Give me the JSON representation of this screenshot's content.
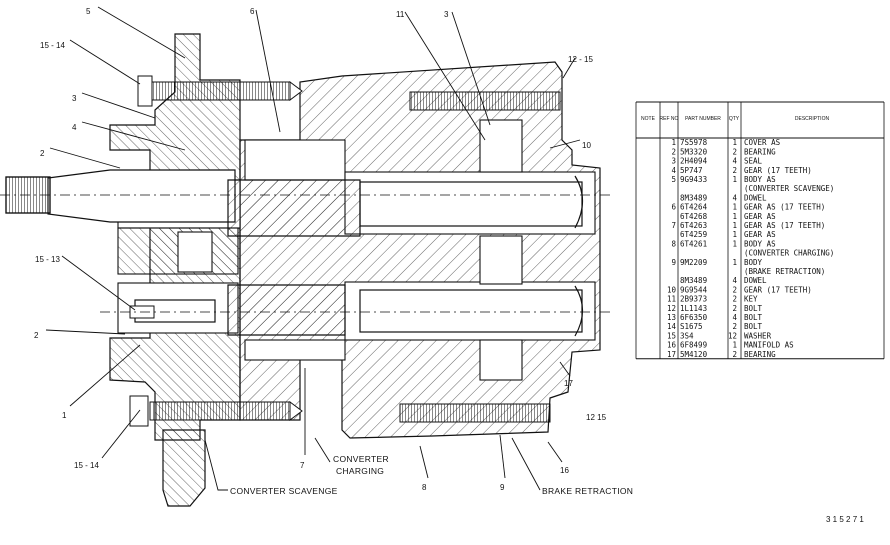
{
  "drawing": {
    "callouts": [
      {
        "id": "c5",
        "label": "5"
      },
      {
        "id": "c1514a",
        "label": "15 - 14"
      },
      {
        "id": "c3a",
        "label": "3"
      },
      {
        "id": "c4",
        "label": "4"
      },
      {
        "id": "c2a",
        "label": "2"
      },
      {
        "id": "c1513",
        "label": "15 - 13"
      },
      {
        "id": "c2b",
        "label": "2"
      },
      {
        "id": "c1",
        "label": "1"
      },
      {
        "id": "c1514b",
        "label": "15 - 14"
      },
      {
        "id": "c6",
        "label": "6"
      },
      {
        "id": "c11",
        "label": "11"
      },
      {
        "id": "c3b",
        "label": "3"
      },
      {
        "id": "c1215a",
        "label": "12 - 15"
      },
      {
        "id": "c10",
        "label": "10"
      },
      {
        "id": "c17",
        "label": "17"
      },
      {
        "id": "c1215b",
        "label": "12    15"
      },
      {
        "id": "c7",
        "label": "7"
      },
      {
        "id": "c8",
        "label": "8"
      },
      {
        "id": "c9",
        "label": "9"
      },
      {
        "id": "c16",
        "label": "16"
      }
    ],
    "captions": {
      "converter_scavenge": "CONVERTER SCAVENGE",
      "converter_charging_1": "CONVERTER",
      "converter_charging_2": "CHARGING",
      "brake_retraction": "BRAKE RETRACTION"
    },
    "figure_number": "3 1 5 2 7 1"
  },
  "parts_table": {
    "headers": [
      "NOTE",
      "REF NO",
      "PART NUMBER",
      "QTY",
      "DESCRIPTION"
    ],
    "rows": [
      {
        "ref": "1",
        "part": "7S5978",
        "qty": "1",
        "desc": "COVER AS"
      },
      {
        "ref": "2",
        "part": "5M3320",
        "qty": "2",
        "desc": "BEARING"
      },
      {
        "ref": "3",
        "part": "2H4094",
        "qty": "4",
        "desc": "SEAL"
      },
      {
        "ref": "4",
        "part": "5P747",
        "qty": "2",
        "desc": "GEAR  (17 TEETH)"
      },
      {
        "ref": "5",
        "part": "9G9433",
        "qty": "1",
        "desc": "BODY AS"
      },
      {
        "ref": "",
        "part": "",
        "qty": "",
        "desc": "(CONVERTER SCAVENGE)"
      },
      {
        "ref": "",
        "part": "8M3489",
        "qty": "4",
        "desc": "DOWEL"
      },
      {
        "ref": "6",
        "part": "6T4264",
        "qty": "1",
        "desc": "GEAR AS  (17 TEETH)"
      },
      {
        "ref": "",
        "part": "6T4268",
        "qty": "1",
        "desc": "GEAR AS"
      },
      {
        "ref": "7",
        "part": "6T4263",
        "qty": "1",
        "desc": "GEAR AS  (17 TEETH)"
      },
      {
        "ref": "",
        "part": "6T4259",
        "qty": "1",
        "desc": "GEAR AS"
      },
      {
        "ref": "8",
        "part": "6T4261",
        "qty": "1",
        "desc": "BODY AS"
      },
      {
        "ref": "",
        "part": "",
        "qty": "",
        "desc": "(CONVERTER CHARGING)"
      },
      {
        "ref": "9",
        "part": "9M2209",
        "qty": "1",
        "desc": "BODY"
      },
      {
        "ref": "",
        "part": "",
        "qty": "",
        "desc": "(BRAKE RETRACTION)"
      },
      {
        "ref": "",
        "part": "8M3489",
        "qty": "4",
        "desc": "DOWEL"
      },
      {
        "ref": "10",
        "part": "9G9544",
        "qty": "2",
        "desc": "GEAR  (17 TEETH)"
      },
      {
        "ref": "11",
        "part": "2B9373",
        "qty": "2",
        "desc": "KEY"
      },
      {
        "ref": "12",
        "part": "1L1143",
        "qty": "2",
        "desc": "BOLT"
      },
      {
        "ref": "13",
        "part": "6F6350",
        "qty": "4",
        "desc": "BOLT"
      },
      {
        "ref": "14",
        "part": "S1675",
        "qty": "2",
        "desc": "BOLT"
      },
      {
        "ref": "15",
        "part": "3S4",
        "qty": "12",
        "desc": "WASHER"
      },
      {
        "ref": "16",
        "part": "6F8499",
        "qty": "1",
        "desc": "MANIFOLD AS"
      },
      {
        "ref": "17",
        "part": "5M4120",
        "qty": "2",
        "desc": "BEARING"
      }
    ]
  }
}
